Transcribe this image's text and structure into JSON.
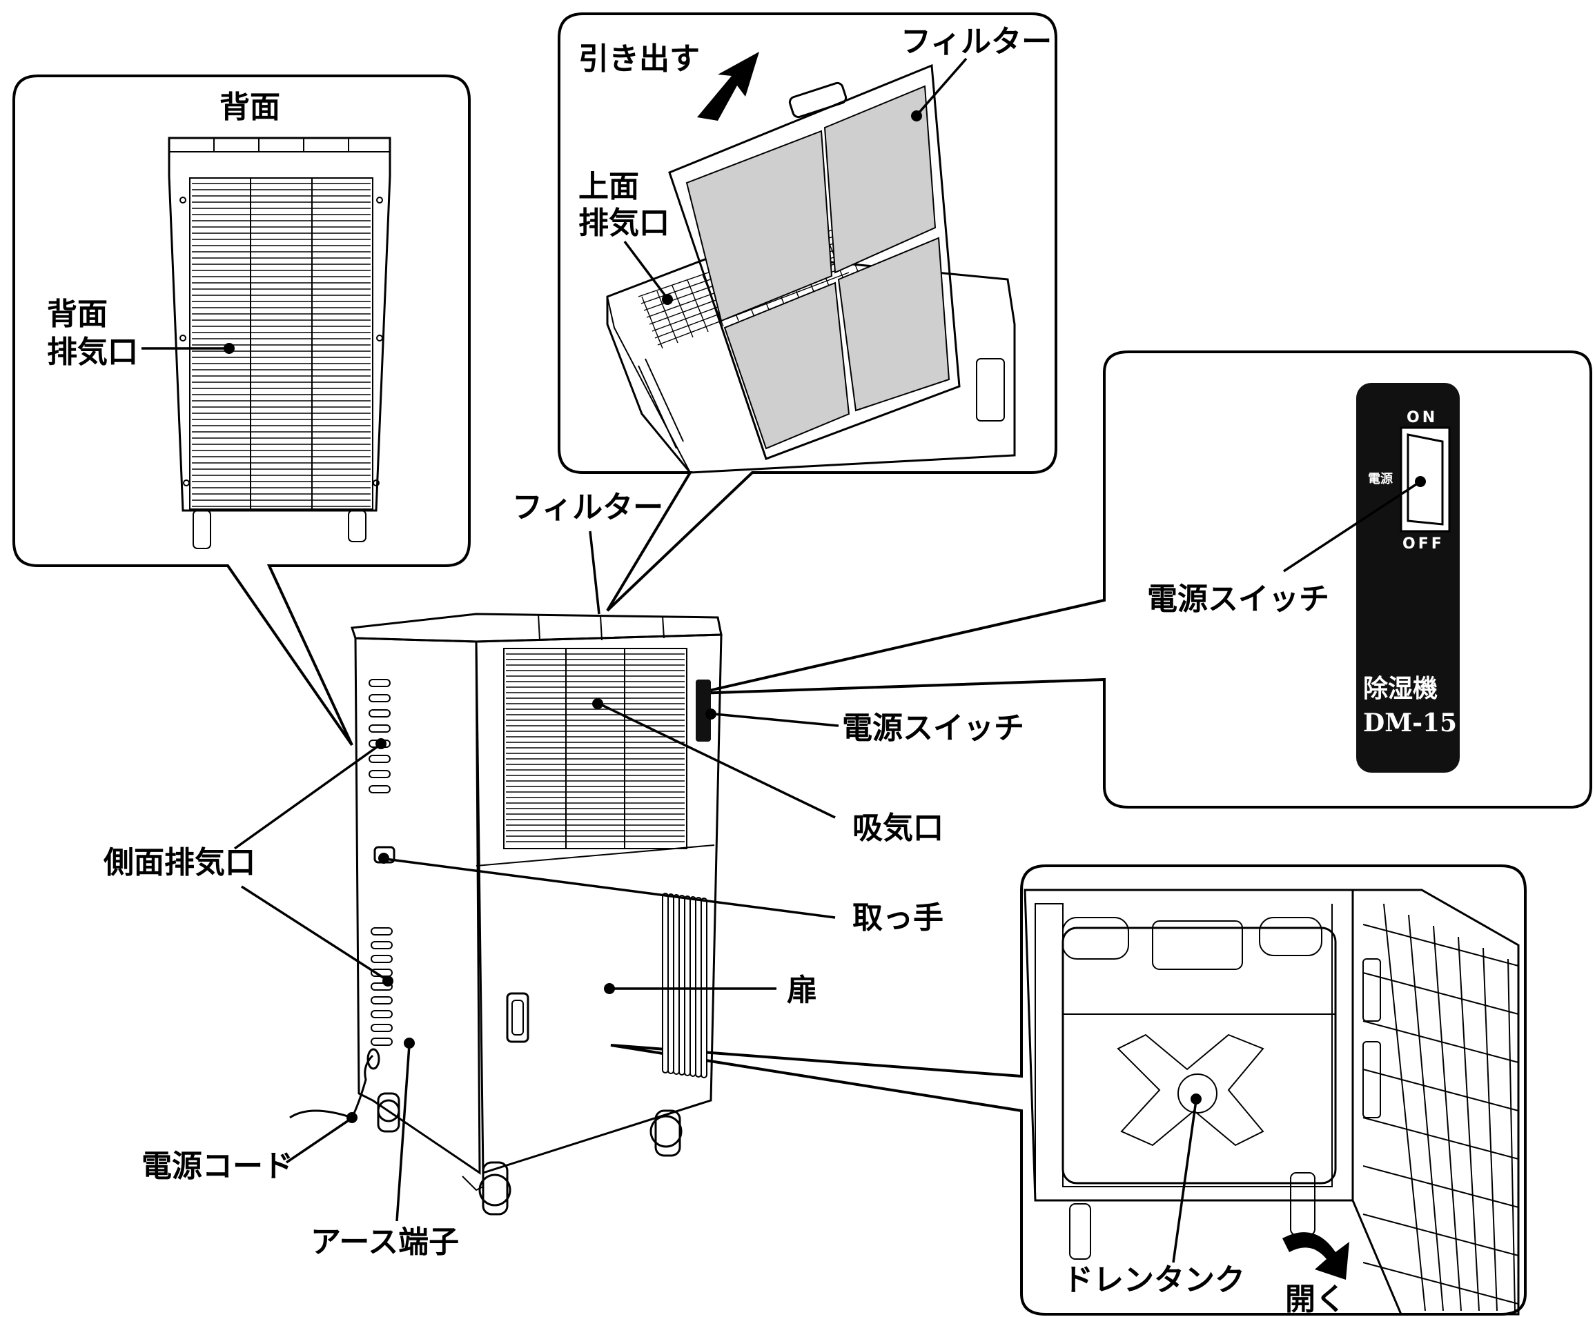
{
  "labels": {
    "rear_title": "背面",
    "rear_exhaust_line1": "背面",
    "rear_exhaust_line2": "排気口",
    "pull_out": "引き出す",
    "filter_top": "フィルター",
    "top_exhaust_line1": "上面",
    "top_exhaust_line2": "排気口",
    "filter_main": "フィルター",
    "power_switch_detail": "電源スイッチ",
    "power_switch_main": "電源スイッチ",
    "intake": "吸気口",
    "side_exhaust": "側面排気口",
    "handle": "取っ手",
    "door": "扉",
    "power_cord": "電源コード",
    "earth_terminal": "アース端子",
    "drain_tank": "ドレンタンク",
    "open": "開く"
  },
  "switch_panel": {
    "on": "ON",
    "off": "OFF",
    "power_label": "電源",
    "product_name": "除湿機",
    "model": "DM-15"
  },
  "colors": {
    "outline": "#000000",
    "filter_gray": "#cfcfcf",
    "panel_black": "#111111",
    "background": "#ffffff"
  }
}
